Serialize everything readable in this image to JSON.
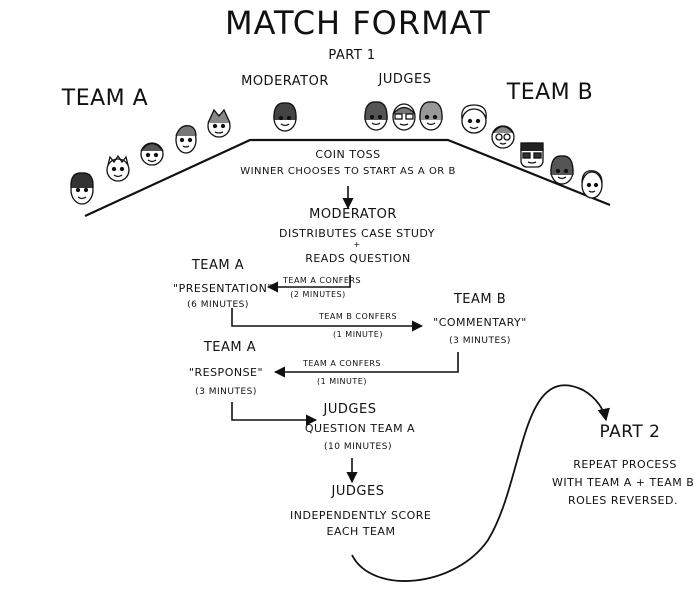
{
  "title": "MATCH FORMAT",
  "part1_label": "PART 1",
  "team_a_label": "TEAM A",
  "team_b_label": "TEAM B",
  "moderator_label": "MODERATOR",
  "judges_label": "JUDGES",
  "steps": {
    "coin_toss_1": "COIN TOSS",
    "coin_toss_2": "WINNER CHOOSES TO START AS A OR B",
    "moderator_1": "MODERATOR",
    "moderator_2": "DISTRIBUTES CASE STUDY",
    "moderator_plus": "+",
    "moderator_3": "READS QUESTION",
    "team_a_1": "TEAM A",
    "presentation": "\"PRESENTATION\"",
    "presentation_time": "(6 MINUTES)",
    "confer_a1": "TEAM A CONFERS",
    "confer_a1_time": "(2 MINUTES)",
    "team_b": "TEAM B",
    "commentary": "\"COMMENTARY\"",
    "commentary_time": "(3 MINUTES)",
    "confer_b": "TEAM B CONFERS",
    "confer_b_time": "(1 MINUTE)",
    "team_a_2": "TEAM A",
    "response": "\"RESPONSE\"",
    "response_time": "(3 MINUTES)",
    "confer_a2": "TEAM A CONFERS",
    "confer_a2_time": "(1 MINUTE)",
    "judges_q_1": "JUDGES",
    "judges_q_2": "QUESTION TEAM A",
    "judges_q_3": "(10 MINUTES)",
    "judges_s_1": "JUDGES",
    "judges_s_2": "INDEPENDENTLY SCORE",
    "judges_s_3": "EACH TEAM"
  },
  "part2": {
    "label": "PART 2",
    "line1": "REPEAT PROCESS",
    "line2": "WITH TEAM A + TEAM B",
    "line3": "ROLES REVERSED."
  }
}
